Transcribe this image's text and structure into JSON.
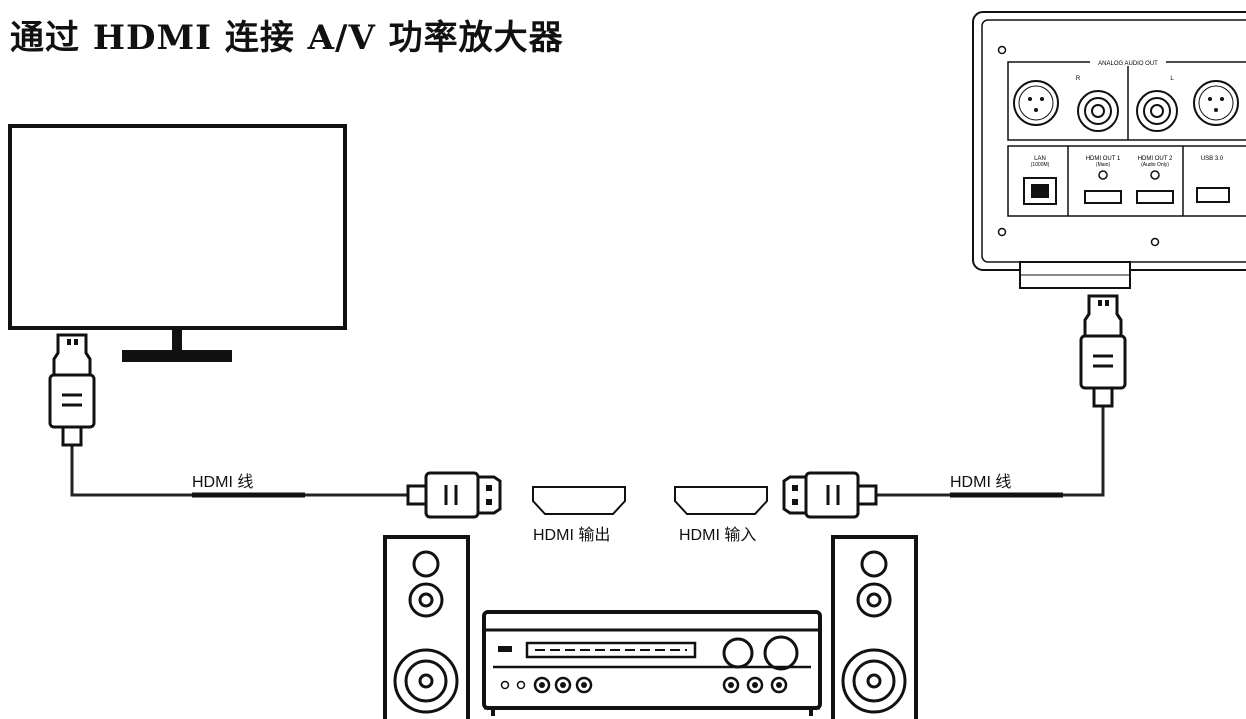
{
  "title": "通过 HDMI 连接 A/V 功率放大器",
  "cable_label_left": "HDMI 线",
  "cable_label_right": "HDMI 线",
  "port_label_out": "HDMI 输出",
  "port_label_in": "HDMI 输入",
  "player_panel": {
    "analog_header": "ANALOG AUDIO OUT",
    "channel_r": "R",
    "channel_l": "L",
    "lan_label": "LAN",
    "lan_sub": "(1000M)",
    "hdmi1_label": "HDMI OUT 1",
    "hdmi1_sub": "(Main)",
    "hdmi2_label": "HDMI OUT 2",
    "hdmi2_sub": "(Audio Only)",
    "usb_label": "USB 3.0"
  }
}
